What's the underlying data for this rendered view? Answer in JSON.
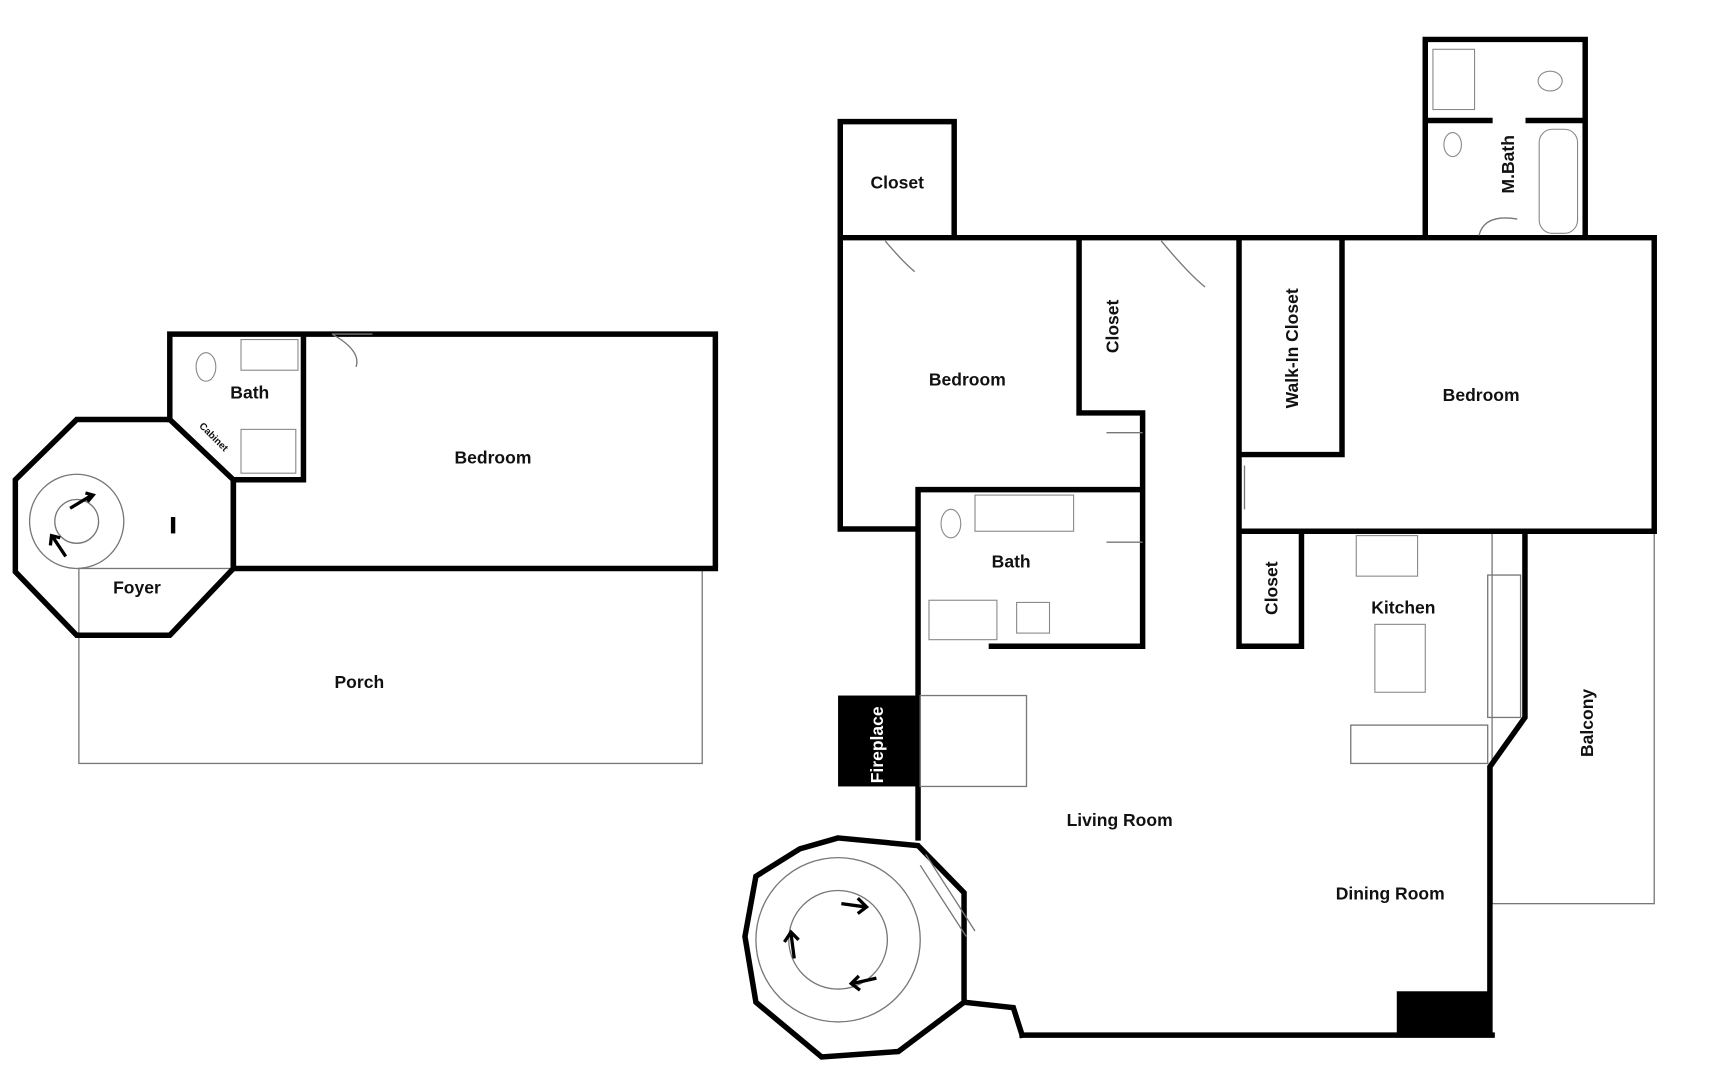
{
  "rooms": {
    "upper_bath": "Bath",
    "upper_bedroom": "Bedroom",
    "cabinet": "Cabinet",
    "foyer": "Foyer",
    "porch": "Porch",
    "closet_top": "Closet",
    "bedroom_left": "Bedroom",
    "closet_mid": "Closet",
    "walk_in_closet": "Walk-In Closet",
    "master_bath": "M.Bath",
    "bedroom_right": "Bedroom",
    "bath": "Bath",
    "kitchen_closet": "Closet",
    "kitchen": "Kitchen",
    "fireplace": "Fireplace",
    "balcony": "Balcony",
    "living_room": "Living Room",
    "dining_room": "Dining Room"
  },
  "colors": {
    "wall": "#000000",
    "background": "#ffffff"
  }
}
